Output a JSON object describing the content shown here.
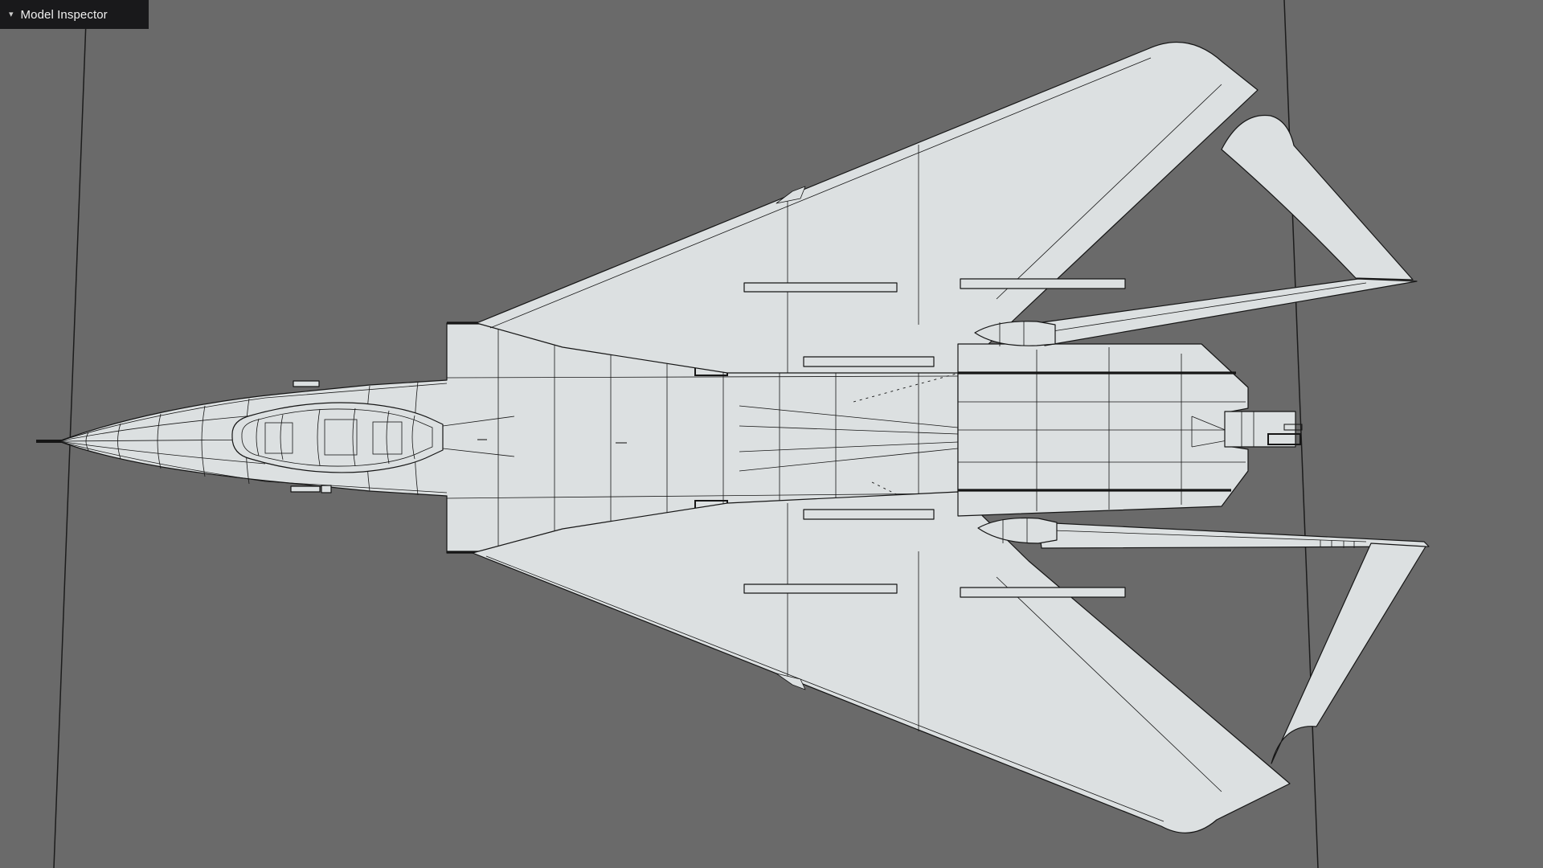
{
  "header": {
    "title": "Model Inspector",
    "collapse_icon": "▾"
  },
  "viewport": {
    "type": "3d-model-viewer",
    "view": "top",
    "model_subject": "wireframe swept-wing fighter jet"
  },
  "theme": {
    "background": "#6a6a6a",
    "model_fill": "#dce0e1",
    "model_line": "#161616",
    "scene_line": "#1c1c1c",
    "panel_bg": "#19191b",
    "panel_text": "#f1f1f1",
    "panel_icon": "#cccccc"
  }
}
